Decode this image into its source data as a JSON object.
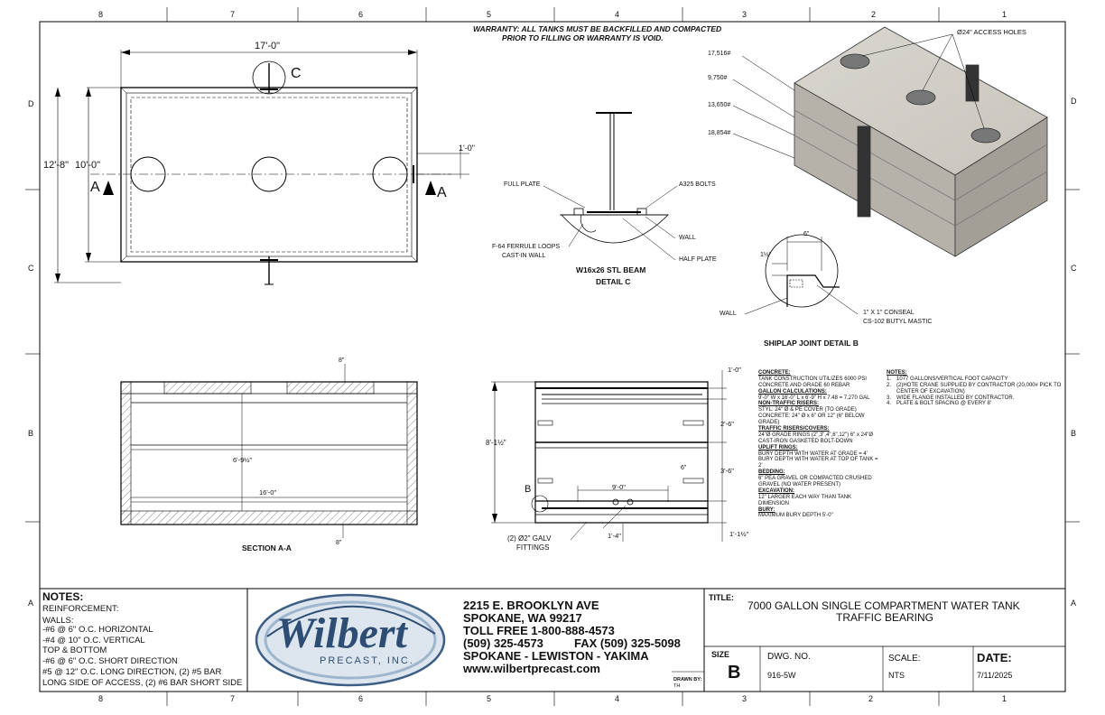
{
  "border": {
    "top_numbers": [
      "8",
      "7",
      "6",
      "5",
      "4",
      "3",
      "2",
      "1"
    ],
    "bottom_numbers": [
      "8",
      "7",
      "6",
      "5",
      "4",
      "3",
      "2",
      "1"
    ],
    "side_letters": [
      "D",
      "C",
      "B",
      "A"
    ]
  },
  "warranty": {
    "line1": "WARRANTY: ALL TANKS MUST BE BACKFILLED AND COMPACTED",
    "line2": "PRIOR TO FILLING OR WARRANTY IS VOID."
  },
  "plan_view": {
    "length": "17'-0\"",
    "width_outer": "12'-8\"",
    "width_inner": "10'-0\"",
    "offset": "1'-0\"",
    "section_letter": "A",
    "detail_letter": "C"
  },
  "detail_c": {
    "title1": "W16x26 STL BEAM",
    "title2": "DETAIL C",
    "full_plate": "FULL PLATE",
    "bolts": "A325 BOLTS",
    "wall": "WALL",
    "half_plate": "HALF PLATE",
    "ferrule1": "F-64 FERRULE LOOPS",
    "ferrule2": "CAST-IN WALL"
  },
  "iso_view": {
    "access_holes": "Ø24\" ACCESS HOLES",
    "weights": [
      "17,516#",
      "9,750#",
      "13,650#",
      "18,854#"
    ]
  },
  "detail_b": {
    "title": "SHIPLAP JOINT DETAIL B",
    "dim_width": "6\"",
    "dim_height": "1½\"",
    "wall": "WALL",
    "conseal1": "1\" X 1\" CONSEAL",
    "conseal2": "CS-102 BUTYL MASTIC"
  },
  "section_aa": {
    "title": "SECTION A-A",
    "top_dim": "8\"",
    "height_dim": "6'-9½\"",
    "length_dim": "16'-0\"",
    "bottom_dim": "8\""
  },
  "elevation": {
    "overall_height": "8'-1½\"",
    "dim_top": "1'-0\"",
    "dim_upper": "2'-6\"",
    "dim_lower": "3'-6\"",
    "dim_bottom": "1'-1½\"",
    "dim_6": "6\"",
    "dim_9": "9'-0\"",
    "dim_14": "1'-4\"",
    "detail_letter": "B",
    "fittings1": "(2) Ø2\" GALV",
    "fittings2": "FITTINGS"
  },
  "specs": [
    {
      "head": "CONCRETE:",
      "body": "TANK CONSTRUCTION UTILIZES 6000 PSI CONCRETE AND GRADE 60 REBAR"
    },
    {
      "head": "GALLON CALCULATIONS:",
      "body": "9'-0\" W x 16'-0\" L x 6'-9\" H x 7.48 = 7,270 GAL"
    },
    {
      "head": "NON-TRAFFIC RISERS:",
      "body": "STYL: 24\" Ø & PE COVER (TO GRADE) CONCRETE: 24\" Ø x 6\" OR 12\" (6\" BELOW GRADE)"
    },
    {
      "head": "TRAFFIC RISERS/COVERS:",
      "body": "24\"Ø GRADE RINGS (2\",3\",4\",6\",12\") 6\" x 24\"Ø CAST-IRON GASKETED BOLT-DOWN"
    },
    {
      "head": "UPLIFT RINGS:",
      "body": "BURY DEPTH WITH WATER AT GRADE = 4' BURY DEPTH WITH WATER AT TOP OF TANK = 2'"
    },
    {
      "head": "BEDDING:",
      "body": "6\" PEA GRAVEL OR COMPACTED CRUSHED GRAVEL (NO WATER PRESENT)"
    },
    {
      "head": "EXCAVATION:",
      "body": "12\" LARGER EACH WAY THAN TANK DIMENSION"
    },
    {
      "head": "BURY:",
      "body": "MAXIMUM BURY DEPTH 5'-0\""
    }
  ],
  "spec_notes": {
    "head": "NOTES:",
    "items": [
      {
        "num": "1.",
        "text": "1077 GALLONS/VERTICAL FOOT CAPACITY"
      },
      {
        "num": "2.",
        "text": "(2)HOTE CRANE SUPPLIED BY CONTRACTOR (20,000# PICK TO CENTER OF EXCAVATION)"
      },
      {
        "num": "3.",
        "text": "WIDE FLANGE INSTALLED BY CONTRACTOR."
      },
      {
        "num": "4.",
        "text": "PLATE & BOLT SPACING @ EVERY 8'"
      }
    ]
  },
  "notes": {
    "title": "NOTES:",
    "lines": [
      "REINFORCEMENT:",
      "WALLS:",
      "-#6 @  6\" O.C. HORIZONTAL",
      "-#4 @ 10\" O.C. VERTICAL",
      "TOP & BOTTOM",
      "-#6 @ 6\" O.C. SHORT DIRECTION",
      "#5 @ 12\" O.C. LONG DIRECTION, (2) #5 BAR",
      "LONG SIDE OF ACCESS, (2) #6 BAR SHORT SIDE"
    ]
  },
  "company": {
    "logo_name": "Wilbert",
    "logo_sub": "PRECAST, INC.",
    "address1": "2215 E. BROOKLYN AVE",
    "address2": "SPOKANE, WA 99217",
    "tollfree": "TOLL FREE 1-800-888-4573",
    "phone": "(509) 325-4573",
    "fax": "FAX (509) 325-5098",
    "cities": "SPOKANE - LEWISTON - YAKIMA",
    "web": "www.wilbertprecast.com",
    "drawn_by_label": "DRAWN BY:",
    "drawn_by": "TH"
  },
  "title_block": {
    "title_label": "TITLE:",
    "title1": "7000 GALLON SINGLE COMPARTMENT WATER TANK",
    "title2": "TRAFFIC BEARING",
    "size_label": "SIZE",
    "size": "B",
    "dwg_label": "DWG.  NO.",
    "dwg": "916-5W",
    "scale_label": "SCALE:",
    "scale": "NTS",
    "date_label": "DATE:",
    "date": "7/11/2025"
  }
}
